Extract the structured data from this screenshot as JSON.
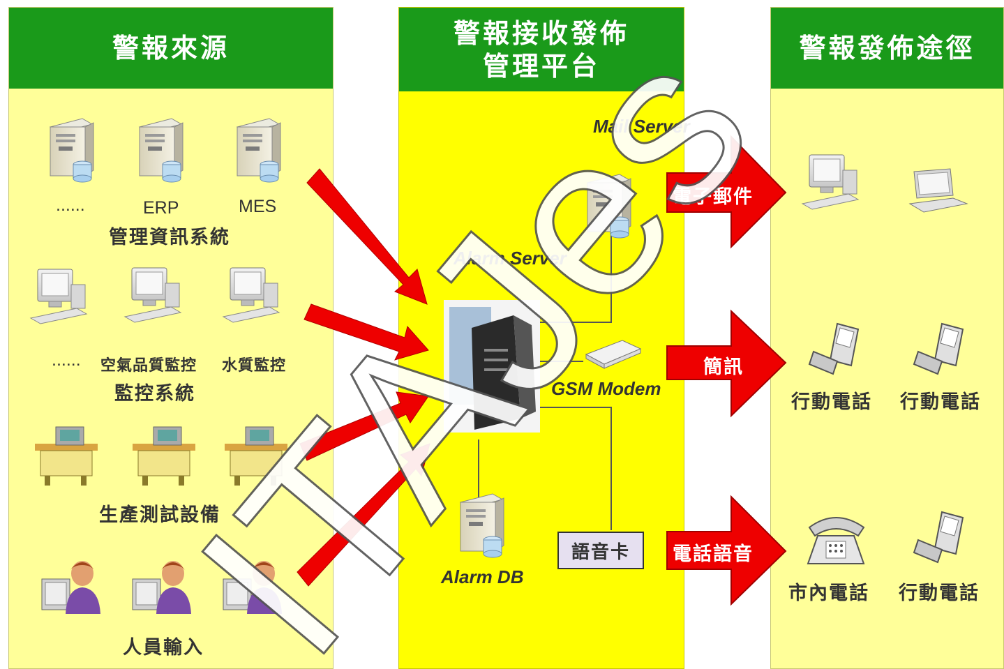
{
  "columns": {
    "sources": {
      "header": "警報來源",
      "groups": {
        "mis": {
          "items": [
            "......",
            "ERP",
            "MES"
          ],
          "label": "管理資訊系統"
        },
        "monitor": {
          "items": [
            "......",
            "空氣品質監控",
            "水質監控"
          ],
          "label": "監控系統"
        },
        "production": {
          "label": "生產測試設備"
        },
        "manual": {
          "label": "人員輸入"
        }
      }
    },
    "platform": {
      "header_line1": "警報接收發佈",
      "header_line2": "管理平台",
      "mail_server": "Mail Server",
      "alarm_server": "Alarm Server",
      "gsm_modem": "GSM Modem",
      "alarm_db": "Alarm DB",
      "voice_card": "語音卡"
    },
    "channels": {
      "header": "警報發佈途徑",
      "email": {
        "arrow": "電子郵件"
      },
      "sms": {
        "arrow": "簡訊",
        "devices": [
          "行動電話",
          "行動電話"
        ]
      },
      "voice": {
        "arrow": "電話語音",
        "devices": [
          "市內電話",
          "行動電話"
        ]
      }
    }
  },
  "watermark": "ITAJes",
  "colors": {
    "header_green": "#1a9a1a",
    "side_panel": "#ffff99",
    "middle_panel": "#ffff00",
    "arrow_red": "#ee0000"
  }
}
